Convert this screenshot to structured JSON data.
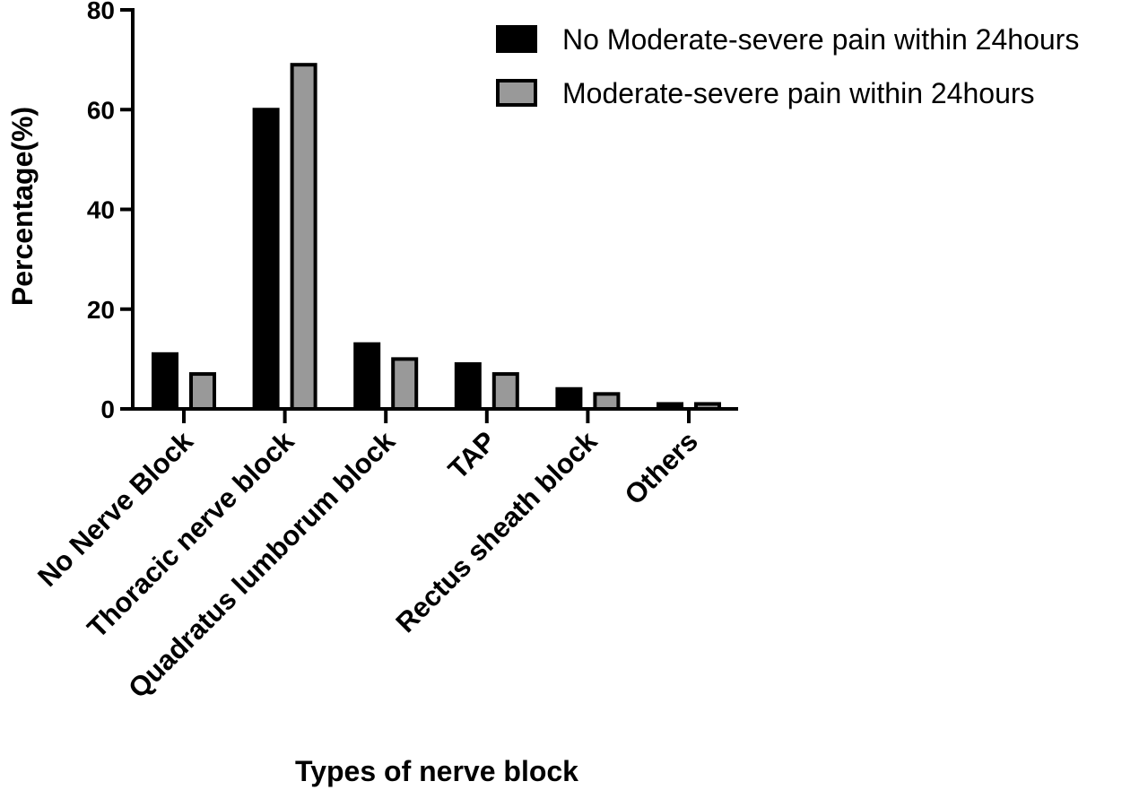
{
  "chart_data": {
    "type": "bar",
    "title": "",
    "xlabel": "Types of nerve block",
    "ylabel": "Percentage(%)",
    "ylim": [
      0,
      80
    ],
    "yticks": [
      0,
      20,
      40,
      60,
      80
    ],
    "categories": [
      "No Nerve Block",
      "Thoracic nerve block",
      "Quadratus lumborum block",
      "TAP",
      "Rectus sheath block",
      "Others"
    ],
    "series": [
      {
        "name": "No Moderate-severe pain within 24hours",
        "color": "#000000",
        "values": [
          11,
          60,
          13,
          9,
          4,
          1
        ]
      },
      {
        "name": "Moderate-severe pain within 24hours",
        "color": "#999999",
        "values": [
          7,
          69,
          10,
          7,
          3,
          1
        ]
      }
    ],
    "legend_position": "top-right",
    "grid": false
  }
}
